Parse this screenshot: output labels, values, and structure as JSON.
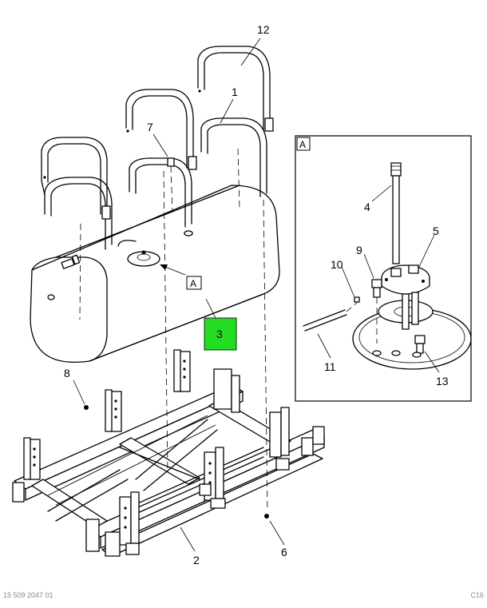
{
  "callouts": {
    "c1": "1",
    "c2": "2",
    "c3": "3",
    "c4": "4",
    "c5": "5",
    "c6": "6",
    "c7": "7",
    "c8": "8",
    "c9": "9",
    "c10": "10",
    "c11": "11",
    "c12": "12",
    "c13": "13"
  },
  "detail_label": "A",
  "view_ref_label": "A",
  "highlight_color": "#22dd22",
  "footer": {
    "left": "15 509 2047 01",
    "right": "C16"
  }
}
